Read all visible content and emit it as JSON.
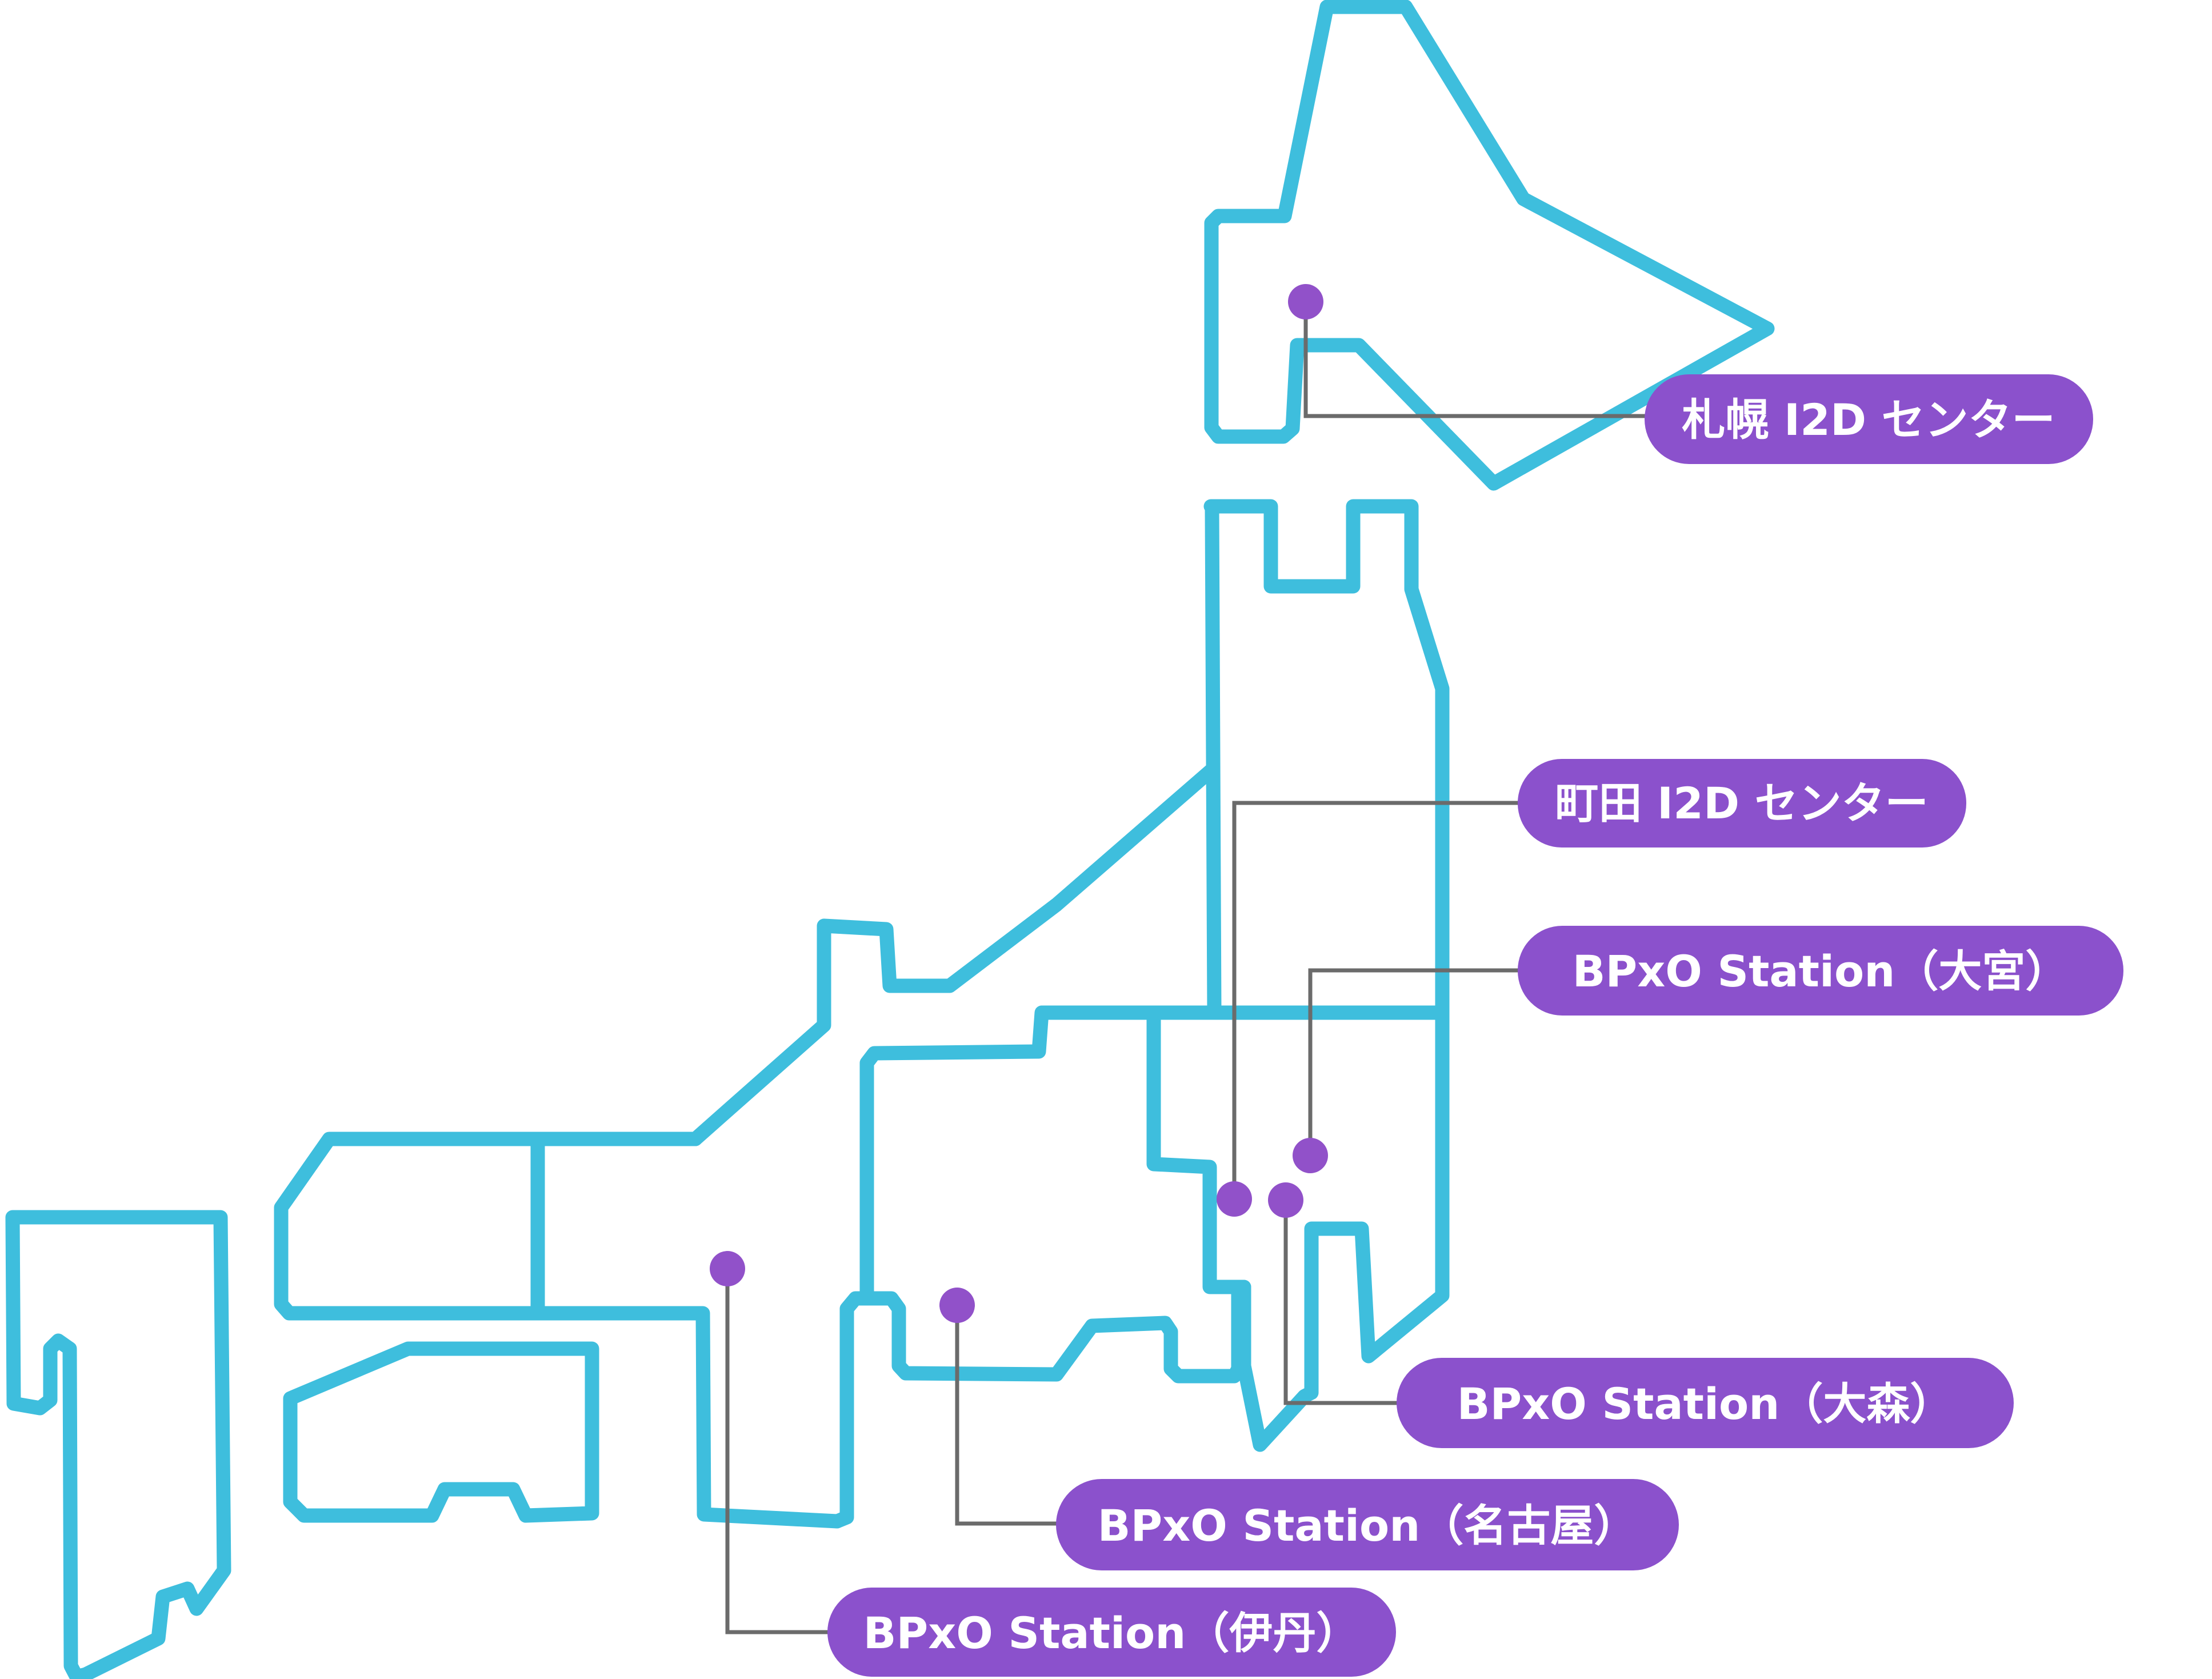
{
  "colors": {
    "coast": "#3EBEDD",
    "connector": "#6B6B6B",
    "marker": "#9151C9",
    "pill_bg": "#8B51CC",
    "pill_text": "#FFFFFF"
  },
  "locations": [
    {
      "id": "sapporo",
      "label": "札幌 I2D センター"
    },
    {
      "id": "machida",
      "label": "町田 I2D センター"
    },
    {
      "id": "omiya",
      "label": "BPxO Station（大宮）"
    },
    {
      "id": "omori",
      "label": "BPxO Station（大森）"
    },
    {
      "id": "nagoya",
      "label": "BPxO Station（名古屋）"
    },
    {
      "id": "itami",
      "label": "BPxO Station（伊丹）"
    }
  ]
}
